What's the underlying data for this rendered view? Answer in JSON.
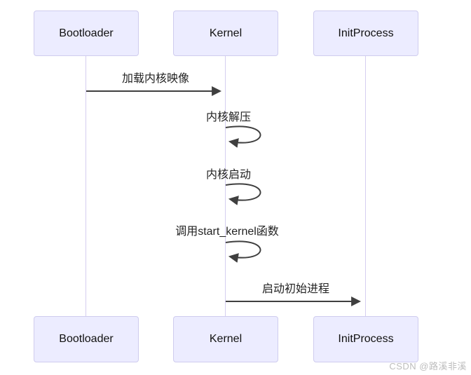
{
  "diagram": {
    "type": "sequence",
    "actors": [
      {
        "name": "Bootloader"
      },
      {
        "name": "Kernel"
      },
      {
        "name": "InitProcess"
      }
    ],
    "messages": [
      {
        "from": "Bootloader",
        "to": "Kernel",
        "label": "加载内核映像",
        "kind": "solid-arrow"
      },
      {
        "from": "Kernel",
        "to": "Kernel",
        "label": "内核解压",
        "kind": "self-loop"
      },
      {
        "from": "Kernel",
        "to": "Kernel",
        "label": "内核启动",
        "kind": "self-loop"
      },
      {
        "from": "Kernel",
        "to": "Kernel",
        "label": "调用start_kernel函数",
        "kind": "self-loop"
      },
      {
        "from": "Kernel",
        "to": "InitProcess",
        "label": "启动初始进程",
        "kind": "solid-arrow"
      }
    ],
    "colors": {
      "actor_fill": "#ECECFF",
      "actor_border": "#CFCCEE",
      "lifeline": "#D5CEF0",
      "arrow": "#3F3F3F",
      "message_text": "#222222",
      "watermark_text": "#BDBDBD"
    }
  },
  "watermark": "CSDN @路溪非溪"
}
